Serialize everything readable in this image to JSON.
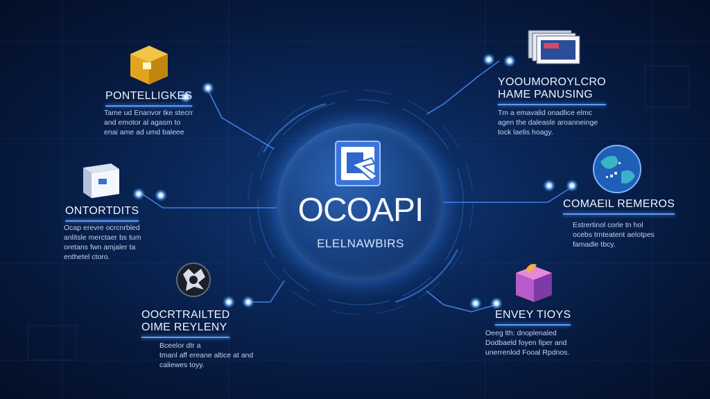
{
  "hub": {
    "title": "OCOAPI",
    "subtitle": "ELELNAWBIRS",
    "logo_icon": "api-logo-icon"
  },
  "nodes": [
    {
      "id": "top-left",
      "title_lines": [
        "PONTELLIGKES"
      ],
      "desc_lines": [
        "Tame ud Enanvor tke stecrr",
        "and emotor al agasm to",
        "enai ame ad umd baleee"
      ],
      "icon": "gold-cube-icon"
    },
    {
      "id": "mid-left",
      "title_lines": [
        "ONTORTDITS"
      ],
      "desc_lines": [
        "Ocap erevre ocrcnrbled",
        "anlitsle merctaer bs tum",
        "oretans fwn amjaler ta",
        "enthetel ctoro."
      ],
      "icon": "white-box-icon"
    },
    {
      "id": "bottom-left",
      "title_lines": [
        "OOCRTRAILTED",
        "OIME REYLENY"
      ],
      "desc_lines": [
        "Bceelor dtr a",
        "tmanl aff ereane altice at and",
        "caliewes toyy."
      ],
      "icon": "dark-emblem-icon"
    },
    {
      "id": "top-right",
      "title_lines": [
        "YOOUMOROYLCRO",
        "HAME PANUSING"
      ],
      "desc_lines": [
        "Tm a emavalid onadlice elmc",
        "agen the daleasle aroanneinge",
        "tock laelis hoagy."
      ],
      "icon": "card-stack-icon"
    },
    {
      "id": "mid-right",
      "title_lines": [
        "COMAEIL REMEROS"
      ],
      "desc_lines": [
        "Estrertinol corle tn hol",
        "ocebs trnteatent aelotpes",
        "famadle tbcy."
      ],
      "icon": "globe-icon"
    },
    {
      "id": "bottom-right",
      "title_lines": [
        "ENVEY TIOYS"
      ],
      "desc_lines": [
        "Oeeg lth: dnoplenaled",
        "Dodbaeld foyen fiper and",
        "unerrenlod Fooal Rpdnos."
      ],
      "icon": "purple-box-icon"
    }
  ],
  "colors": {
    "accent": "#5b9dff",
    "glow": "#9fd0ff",
    "background": "#0a2657"
  }
}
